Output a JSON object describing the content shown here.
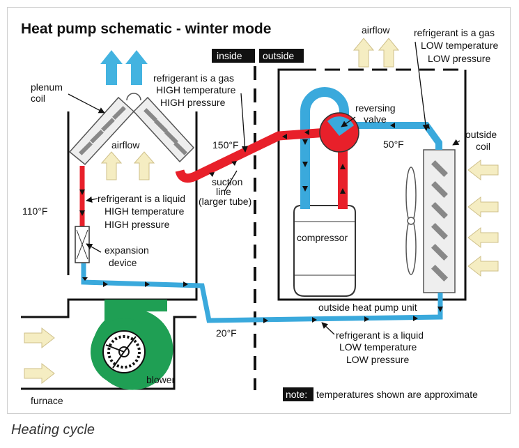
{
  "title": "Heat pump schematic - winter mode",
  "regions": {
    "inside": "inside",
    "outside": "outside"
  },
  "labels": {
    "airflow_top_right": "airflow",
    "gas_low": [
      "refrigerant is a gas",
      "LOW temperature",
      "LOW pressure"
    ],
    "plenum_coil": [
      "plenum",
      "coil"
    ],
    "gas_high": [
      "refrigerant is a gas",
      "HIGH temperature",
      "HIGH pressure"
    ],
    "reversing_valve": [
      "reversing",
      "valve"
    ],
    "outside_coil": [
      "outside",
      "coil"
    ],
    "temp_150": "150°F",
    "temp_50": "50°F",
    "airflow_inside": "airflow",
    "suction_line": [
      "suction",
      "line",
      "(larger tube)"
    ],
    "liquid_high": [
      "refrigerant is a liquid",
      "HIGH temperature",
      "HIGH pressure"
    ],
    "temp_110": "110°F",
    "compressor": "compressor",
    "expansion_device": [
      "expansion",
      "device"
    ],
    "outside_unit": "outside heat pump unit",
    "temp_20": "20°F",
    "liquid_low": [
      "refrigerant is a liquid",
      "LOW temperature",
      "LOW pressure"
    ],
    "blower": "blower",
    "furnace": "furnace",
    "note_badge": "note:",
    "note_text": "temperatures shown are approximate"
  },
  "caption": "Heating cycle",
  "colors": {
    "hot": "#e8202a",
    "cold": "#3aa9dc",
    "airflow_warm": "#f5edc2",
    "airflow_cold": "#43b3e0",
    "blower": "#1f9f54",
    "coil": "#888888"
  }
}
